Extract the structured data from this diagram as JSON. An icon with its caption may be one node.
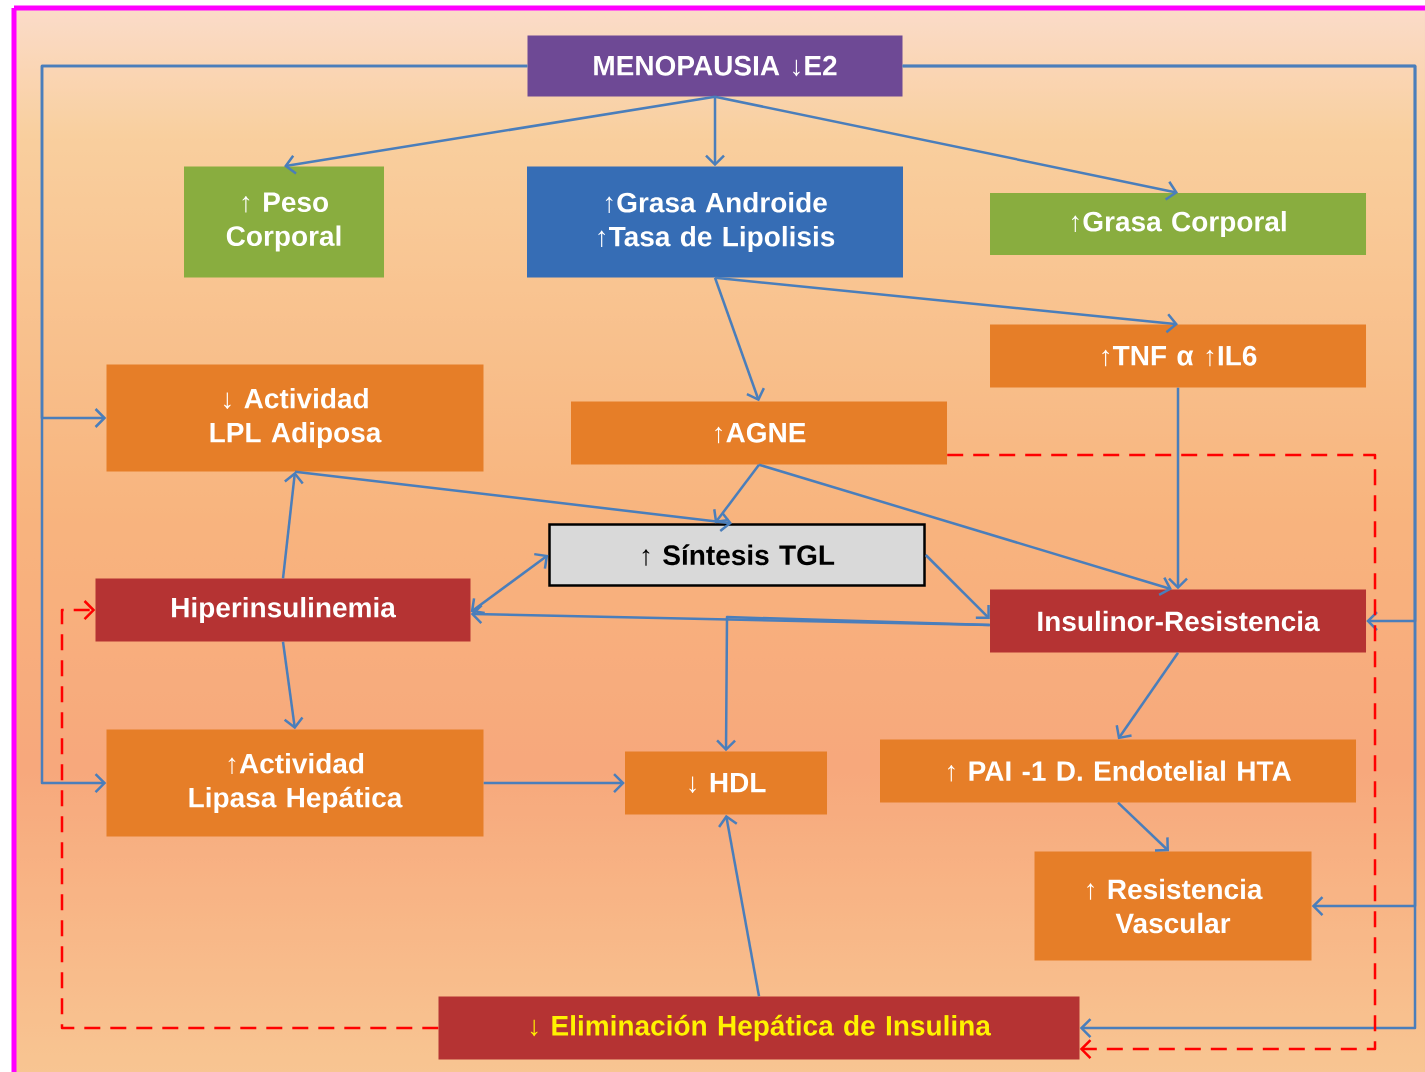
{
  "diagram": {
    "nodes": [
      {
        "text": [
          "MENOPAUSIA ↓E2"
        ]
      },
      {
        "text": [
          "↑ Peso Corporal"
        ]
      },
      {
        "text": [
          "↑Grasa Androide",
          "↑Tasa de Lipolisis"
        ]
      },
      {
        "text": [
          "↑Grasa Corporal"
        ]
      },
      {
        "text": [
          "↓ Actividad LPL Adiposa"
        ]
      },
      {
        "text": [
          "↑TNF α ↑IL6"
        ]
      },
      {
        "text": [
          "↑AGNE"
        ]
      },
      {
        "text": [
          "↑ Síntesis TGL"
        ]
      },
      {
        "text": [
          "Hiperinsulinemia"
        ]
      },
      {
        "text": [
          "Insulinor-Resistencia"
        ]
      },
      {
        "text": [
          "↑Actividad Lipasa Hepática"
        ]
      },
      {
        "text": [
          "↓ HDL"
        ]
      },
      {
        "text": [
          "↑ PAI -1 D. Endotelial HTA"
        ]
      },
      {
        "text": [
          "↑ Resistencia Vascular"
        ]
      },
      {
        "text": [
          "↓ Eliminación Hepática de Insulina"
        ]
      }
    ],
    "edges": [
      {
        "from": 0,
        "to": 1,
        "arrow": "to"
      },
      {
        "from": 0,
        "to": 2,
        "arrow": "to"
      },
      {
        "from": 0,
        "to": 3,
        "arrow": "to"
      },
      {
        "from": 0,
        "to": 4,
        "arrow": "to"
      },
      {
        "from": 0,
        "to": 10,
        "arrow": "to"
      },
      {
        "from": 0,
        "to": 9,
        "arrow": "to"
      },
      {
        "from": 0,
        "to": 13,
        "arrow": "to"
      },
      {
        "from": 0,
        "to": 14,
        "arrow": "to"
      },
      {
        "from": 2,
        "to": 6,
        "arrow": "to"
      },
      {
        "from": 2,
        "to": 5,
        "arrow": "to"
      },
      {
        "from": 6,
        "to": 7,
        "arrow": "to"
      },
      {
        "from": 6,
        "to": 9,
        "arrow": "to"
      },
      {
        "from": 5,
        "to": 9,
        "arrow": "to"
      },
      {
        "from": 4,
        "to": 7,
        "arrow": "to"
      },
      {
        "from": 8,
        "to": 4,
        "arrow": "to"
      },
      {
        "from": 8,
        "to": 7,
        "arrow": "both"
      },
      {
        "from": 9,
        "to": 8,
        "arrow": "to"
      },
      {
        "from": 7,
        "to": 9,
        "arrow": "to"
      },
      {
        "from": 9,
        "to": 11,
        "arrow": "to"
      },
      {
        "from": 8,
        "to": 10,
        "arrow": "to"
      },
      {
        "from": 10,
        "to": 11,
        "arrow": "to"
      },
      {
        "from": 14,
        "to": 11,
        "arrow": "to"
      },
      {
        "from": 9,
        "to": 12,
        "arrow": "to"
      },
      {
        "from": 12,
        "to": 13,
        "arrow": "to"
      },
      {
        "from": 6,
        "to": 14,
        "arrow": "to",
        "style": "dashed",
        "color": "#ff0000"
      },
      {
        "from": 14,
        "to": 8,
        "arrow": "to",
        "style": "dashed",
        "color": "#ff0000"
      }
    ]
  }
}
